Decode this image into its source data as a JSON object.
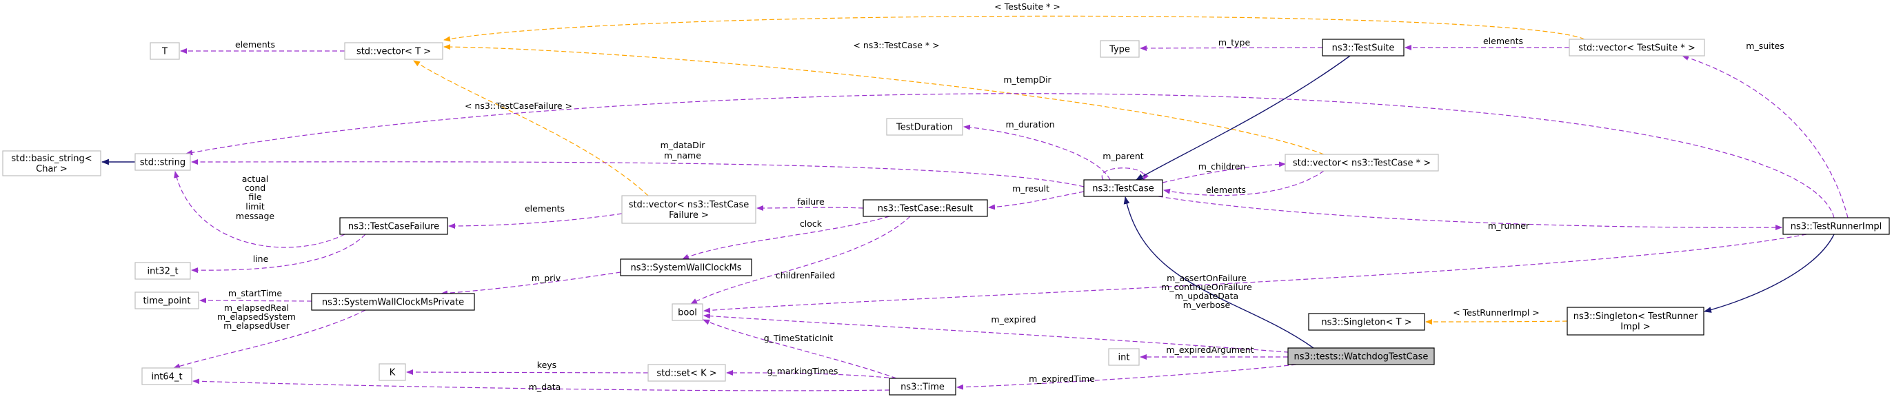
{
  "diagram": {
    "nodes": {
      "T": {
        "lines": [
          "T"
        ],
        "style": "light"
      },
      "vectorT": {
        "lines": [
          "std::vector< T >"
        ],
        "style": "light"
      },
      "basicString": {
        "lines": [
          "std::basic_string<",
          "Char >"
        ],
        "style": "light"
      },
      "stdString": {
        "lines": [
          "std::string"
        ],
        "style": "light"
      },
      "testCaseFailure": {
        "lines": [
          "ns3::TestCaseFailure"
        ],
        "style": "solid"
      },
      "int32": {
        "lines": [
          "int32_t"
        ],
        "style": "light"
      },
      "vectorFailure": {
        "lines": [
          "std::vector< ns3::TestCase",
          "Failure >"
        ],
        "style": "light"
      },
      "timePoint": {
        "lines": [
          "time_point"
        ],
        "style": "light"
      },
      "clockPrivate": {
        "lines": [
          "ns3::SystemWallClockMsPrivate"
        ],
        "style": "solid"
      },
      "int64": {
        "lines": [
          "int64_t"
        ],
        "style": "light"
      },
      "clockMs": {
        "lines": [
          "ns3::SystemWallClockMs"
        ],
        "style": "solid"
      },
      "bool": {
        "lines": [
          "bool"
        ],
        "style": "light"
      },
      "K": {
        "lines": [
          "K"
        ],
        "style": "light"
      },
      "setK": {
        "lines": [
          "std::set< K >"
        ],
        "style": "light"
      },
      "time": {
        "lines": [
          "ns3::Time"
        ],
        "style": "solid"
      },
      "result": {
        "lines": [
          "ns3::TestCase::Result"
        ],
        "style": "solid"
      },
      "duration": {
        "lines": [
          "TestDuration"
        ],
        "style": "light"
      },
      "testCase": {
        "lines": [
          "ns3::TestCase"
        ],
        "style": "solid"
      },
      "type": {
        "lines": [
          "Type"
        ],
        "style": "light"
      },
      "testSuite": {
        "lines": [
          "ns3::TestSuite"
        ],
        "style": "solid"
      },
      "vectorCase": {
        "lines": [
          "std::vector< ns3::TestCase * >"
        ],
        "style": "light"
      },
      "vectorSuite": {
        "lines": [
          "std::vector< TestSuite * >"
        ],
        "style": "light"
      },
      "int": {
        "lines": [
          "int"
        ],
        "style": "light"
      },
      "watchdog": {
        "lines": [
          "ns3::tests::WatchdogTestCase"
        ],
        "style": "focus"
      },
      "singletonT": {
        "lines": [
          "ns3::Singleton< T >"
        ],
        "style": "solid"
      },
      "singletonRunner": {
        "lines": [
          "ns3::Singleton< TestRunner",
          "Impl >"
        ],
        "style": "solid"
      },
      "runnerImpl": {
        "lines": [
          "ns3::TestRunnerImpl"
        ],
        "style": "solid"
      }
    },
    "edges": [
      {
        "id": "vectorT-T",
        "kind": "member",
        "labels": [
          "elements"
        ]
      },
      {
        "id": "vectorSuite-vectorT",
        "kind": "template",
        "labels": [
          "< TestSuite * >"
        ]
      },
      {
        "id": "vectorCase-vectorT",
        "kind": "template",
        "labels": [
          "< ns3::TestCase * >"
        ]
      },
      {
        "id": "vectorFailure-vectorT",
        "kind": "template",
        "labels": [
          "< ns3::TestCaseFailure >"
        ]
      },
      {
        "id": "string-basic",
        "kind": "inherit",
        "labels": []
      },
      {
        "id": "runner-string",
        "kind": "member",
        "labels": [
          "m_tempDir"
        ]
      },
      {
        "id": "testCase-string",
        "kind": "member",
        "labels": [
          "m_dataDir",
          "m_name"
        ]
      },
      {
        "id": "failure-string",
        "kind": "member",
        "labels": [
          "actual",
          "cond",
          "file",
          "limit",
          "message"
        ]
      },
      {
        "id": "failure-int32",
        "kind": "member",
        "labels": [
          "line"
        ]
      },
      {
        "id": "vectorFailure-failure",
        "kind": "member",
        "labels": [
          "elements"
        ]
      },
      {
        "id": "result-vectorFailure",
        "kind": "member",
        "labels": [
          "failure"
        ]
      },
      {
        "id": "result-clockMs",
        "kind": "member",
        "labels": [
          "clock"
        ]
      },
      {
        "id": "result-bool",
        "kind": "member",
        "labels": [
          "childrenFailed"
        ]
      },
      {
        "id": "clockMs-private",
        "kind": "member",
        "labels": [
          "m_priv"
        ]
      },
      {
        "id": "private-timePoint",
        "kind": "member",
        "labels": [
          "m_startTime"
        ]
      },
      {
        "id": "private-int64",
        "kind": "member",
        "labels": [
          "m_elapsedReal",
          "m_elapsedSystem",
          "m_elapsedUser"
        ]
      },
      {
        "id": "time-int64",
        "kind": "member",
        "labels": [
          "m_data"
        ]
      },
      {
        "id": "setK-K",
        "kind": "member",
        "labels": [
          "keys"
        ]
      },
      {
        "id": "time-setK",
        "kind": "member",
        "labels": [
          "g_markingTimes"
        ]
      },
      {
        "id": "time-bool",
        "kind": "member",
        "labels": [
          "g_TimeStaticInit"
        ]
      },
      {
        "id": "testCase-duration",
        "kind": "member",
        "labels": [
          "m_duration"
        ]
      },
      {
        "id": "testCase-self",
        "kind": "member",
        "labels": [
          "m_parent"
        ]
      },
      {
        "id": "testCase-result",
        "kind": "member",
        "labels": [
          "m_result"
        ]
      },
      {
        "id": "testCase-vectorCase",
        "kind": "member",
        "labels": [
          "m_children"
        ]
      },
      {
        "id": "vectorCase-testCase",
        "kind": "member",
        "labels": [
          "elements"
        ]
      },
      {
        "id": "testSuite-testCase",
        "kind": "inherit",
        "labels": []
      },
      {
        "id": "testSuite-type",
        "kind": "member",
        "labels": [
          "m_type"
        ]
      },
      {
        "id": "vectorSuite-testSuite",
        "kind": "member",
        "labels": [
          "elements"
        ]
      },
      {
        "id": "runner-vectorSuite",
        "kind": "member",
        "labels": [
          "m_suites"
        ]
      },
      {
        "id": "testCase-runner",
        "kind": "member",
        "labels": [
          "m_runner"
        ]
      },
      {
        "id": "runner-bool",
        "kind": "member",
        "labels": [
          "m_assertOnFailure",
          "m_continueOnFailure",
          "m_updateData",
          "m_verbose"
        ]
      },
      {
        "id": "runner-singletonRunner",
        "kind": "inherit",
        "labels": []
      },
      {
        "id": "singletonRunner-singletonT",
        "kind": "template",
        "labels": [
          "< TestRunnerImpl >"
        ]
      },
      {
        "id": "watchdog-testCase",
        "kind": "inherit",
        "labels": []
      },
      {
        "id": "watchdog-bool",
        "kind": "member",
        "labels": [
          "m_expired"
        ]
      },
      {
        "id": "watchdog-int",
        "kind": "member",
        "labels": [
          "m_expiredArgument"
        ]
      },
      {
        "id": "watchdog-time",
        "kind": "member",
        "labels": [
          "m_expiredTime"
        ]
      }
    ]
  },
  "colors": {
    "member_edge": "#9a32cd",
    "template_edge": "#ffa500",
    "inherit_edge": "#191970",
    "focus_fill": "#bfbfbf",
    "light_border": "#bfbfbf"
  }
}
